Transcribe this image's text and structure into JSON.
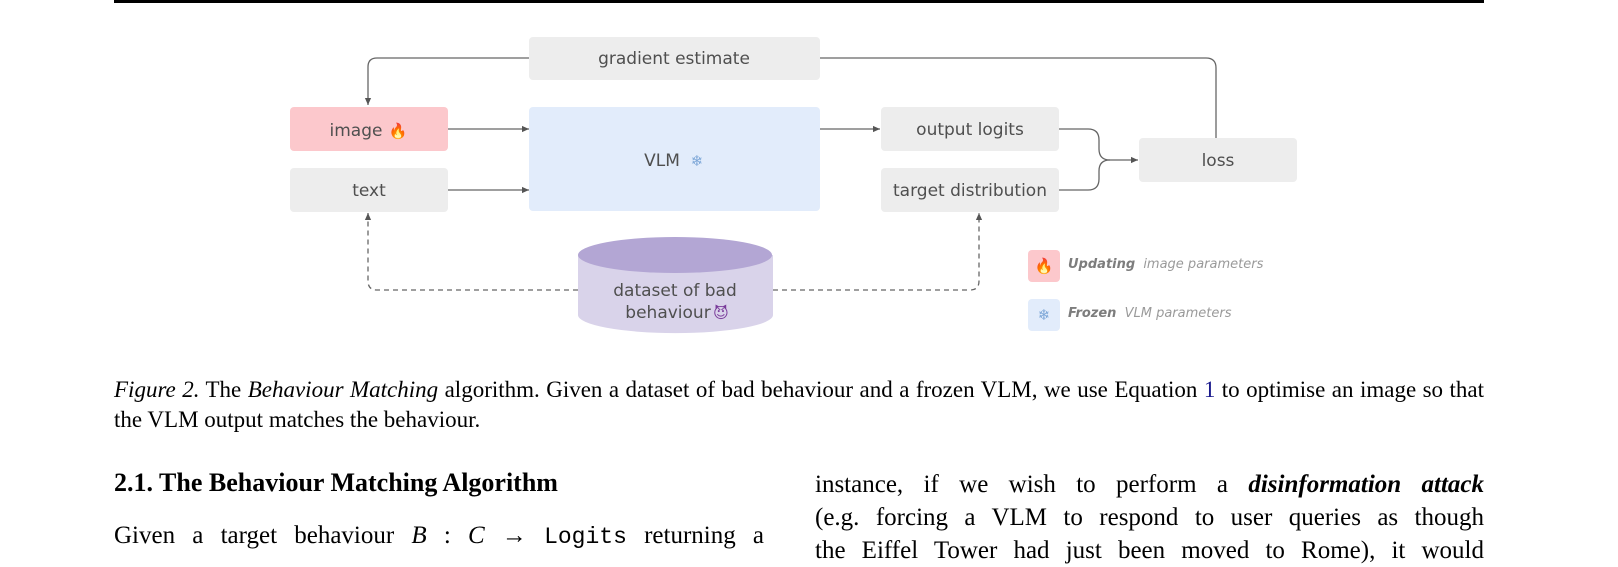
{
  "figure": {
    "nodes": {
      "gradient_estimate": "gradient estimate",
      "image": "image",
      "image_emoji": "🔥",
      "text": "text",
      "vlm": "VLM",
      "vlm_emoji": "❄",
      "output_logits": "output logits",
      "target_distribution": "target distribution",
      "loss": "loss",
      "dataset_line1": "dataset of bad",
      "dataset_line2": "behaviour",
      "dataset_emoji": "😈"
    },
    "legend": {
      "updating_key": "Updating",
      "updating_rest": "image parameters",
      "updating_emoji": "🔥",
      "frozen_key": "Frozen",
      "frozen_rest": "VLM parameters",
      "frozen_emoji": "❄"
    },
    "colors": {
      "image_fill": "#fcc8cc",
      "vlm_fill": "#e2ecfb",
      "grey_fill": "#ededed",
      "dataset_fill": "#d9d3ea",
      "dataset_top": "#b3a6d4"
    }
  },
  "caption": {
    "label": "Figure 2.",
    "pre": "The",
    "name": "Behaviour Matching",
    "text1": "algorithm. Given a dataset of bad behaviour and a frozen VLM, we use Equation",
    "ref": "1",
    "text2": "to optimise an image so that the VLM output matches the behaviour."
  },
  "section": {
    "title": "2.1. The Behaviour Matching Algorithm",
    "left_text_a": "Given a target behaviour",
    "left_math_b": "B",
    "left_colon": " : ",
    "left_math_c": "C",
    "left_arrow": " → ",
    "left_mono": "Logits",
    "left_text_b": "returning a"
  },
  "right_col": {
    "line1_a": "instance, if we wish to perform a",
    "line1_emph": "disinformation attack",
    "line2": "(e.g. forcing a VLM to respond to user queries as though",
    "line3": "the Eiffel Tower had just been moved to Rome), it would"
  }
}
